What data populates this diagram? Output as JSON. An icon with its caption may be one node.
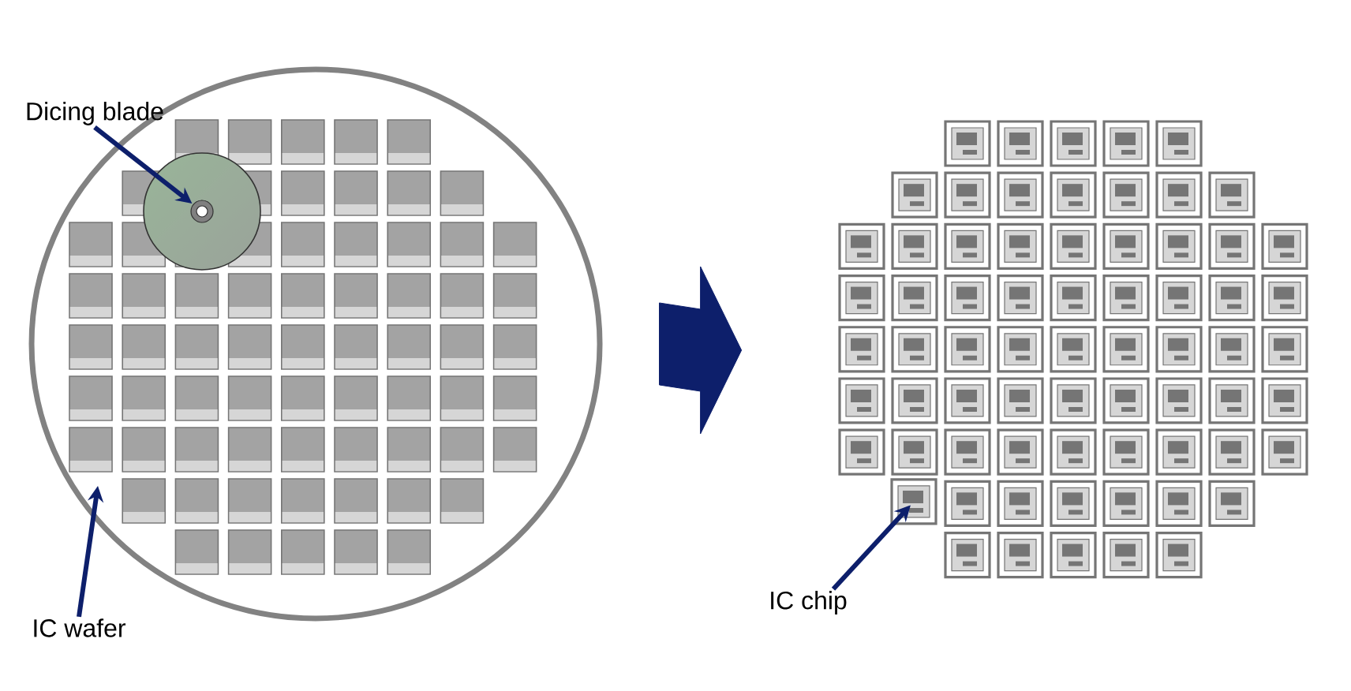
{
  "diagram": {
    "nodes": [
      {
        "text": [],
        "shape": "circle"
      },
      {
        "text": [
          "Dicing blade"
        ]
      },
      {
        "text": [],
        "shape": "circle",
        "in": 0
      },
      {
        "text": [
          "IC wafer"
        ]
      },
      {
        "text": [],
        "shape": "picture"
      },
      {
        "text": [
          "IC chip"
        ]
      },
      {
        "text": [],
        "shape": "box",
        "in": 4
      }
    ],
    "edges": [
      {
        "from": 1,
        "to": 2,
        "arrow": "to"
      },
      {
        "from": 3,
        "to": 0,
        "arrow": "to"
      },
      {
        "from": 0,
        "to": 4,
        "arrow": "to",
        "style": "thick"
      },
      {
        "from": 5,
        "to": 6,
        "arrow": "to"
      }
    ]
  }
}
